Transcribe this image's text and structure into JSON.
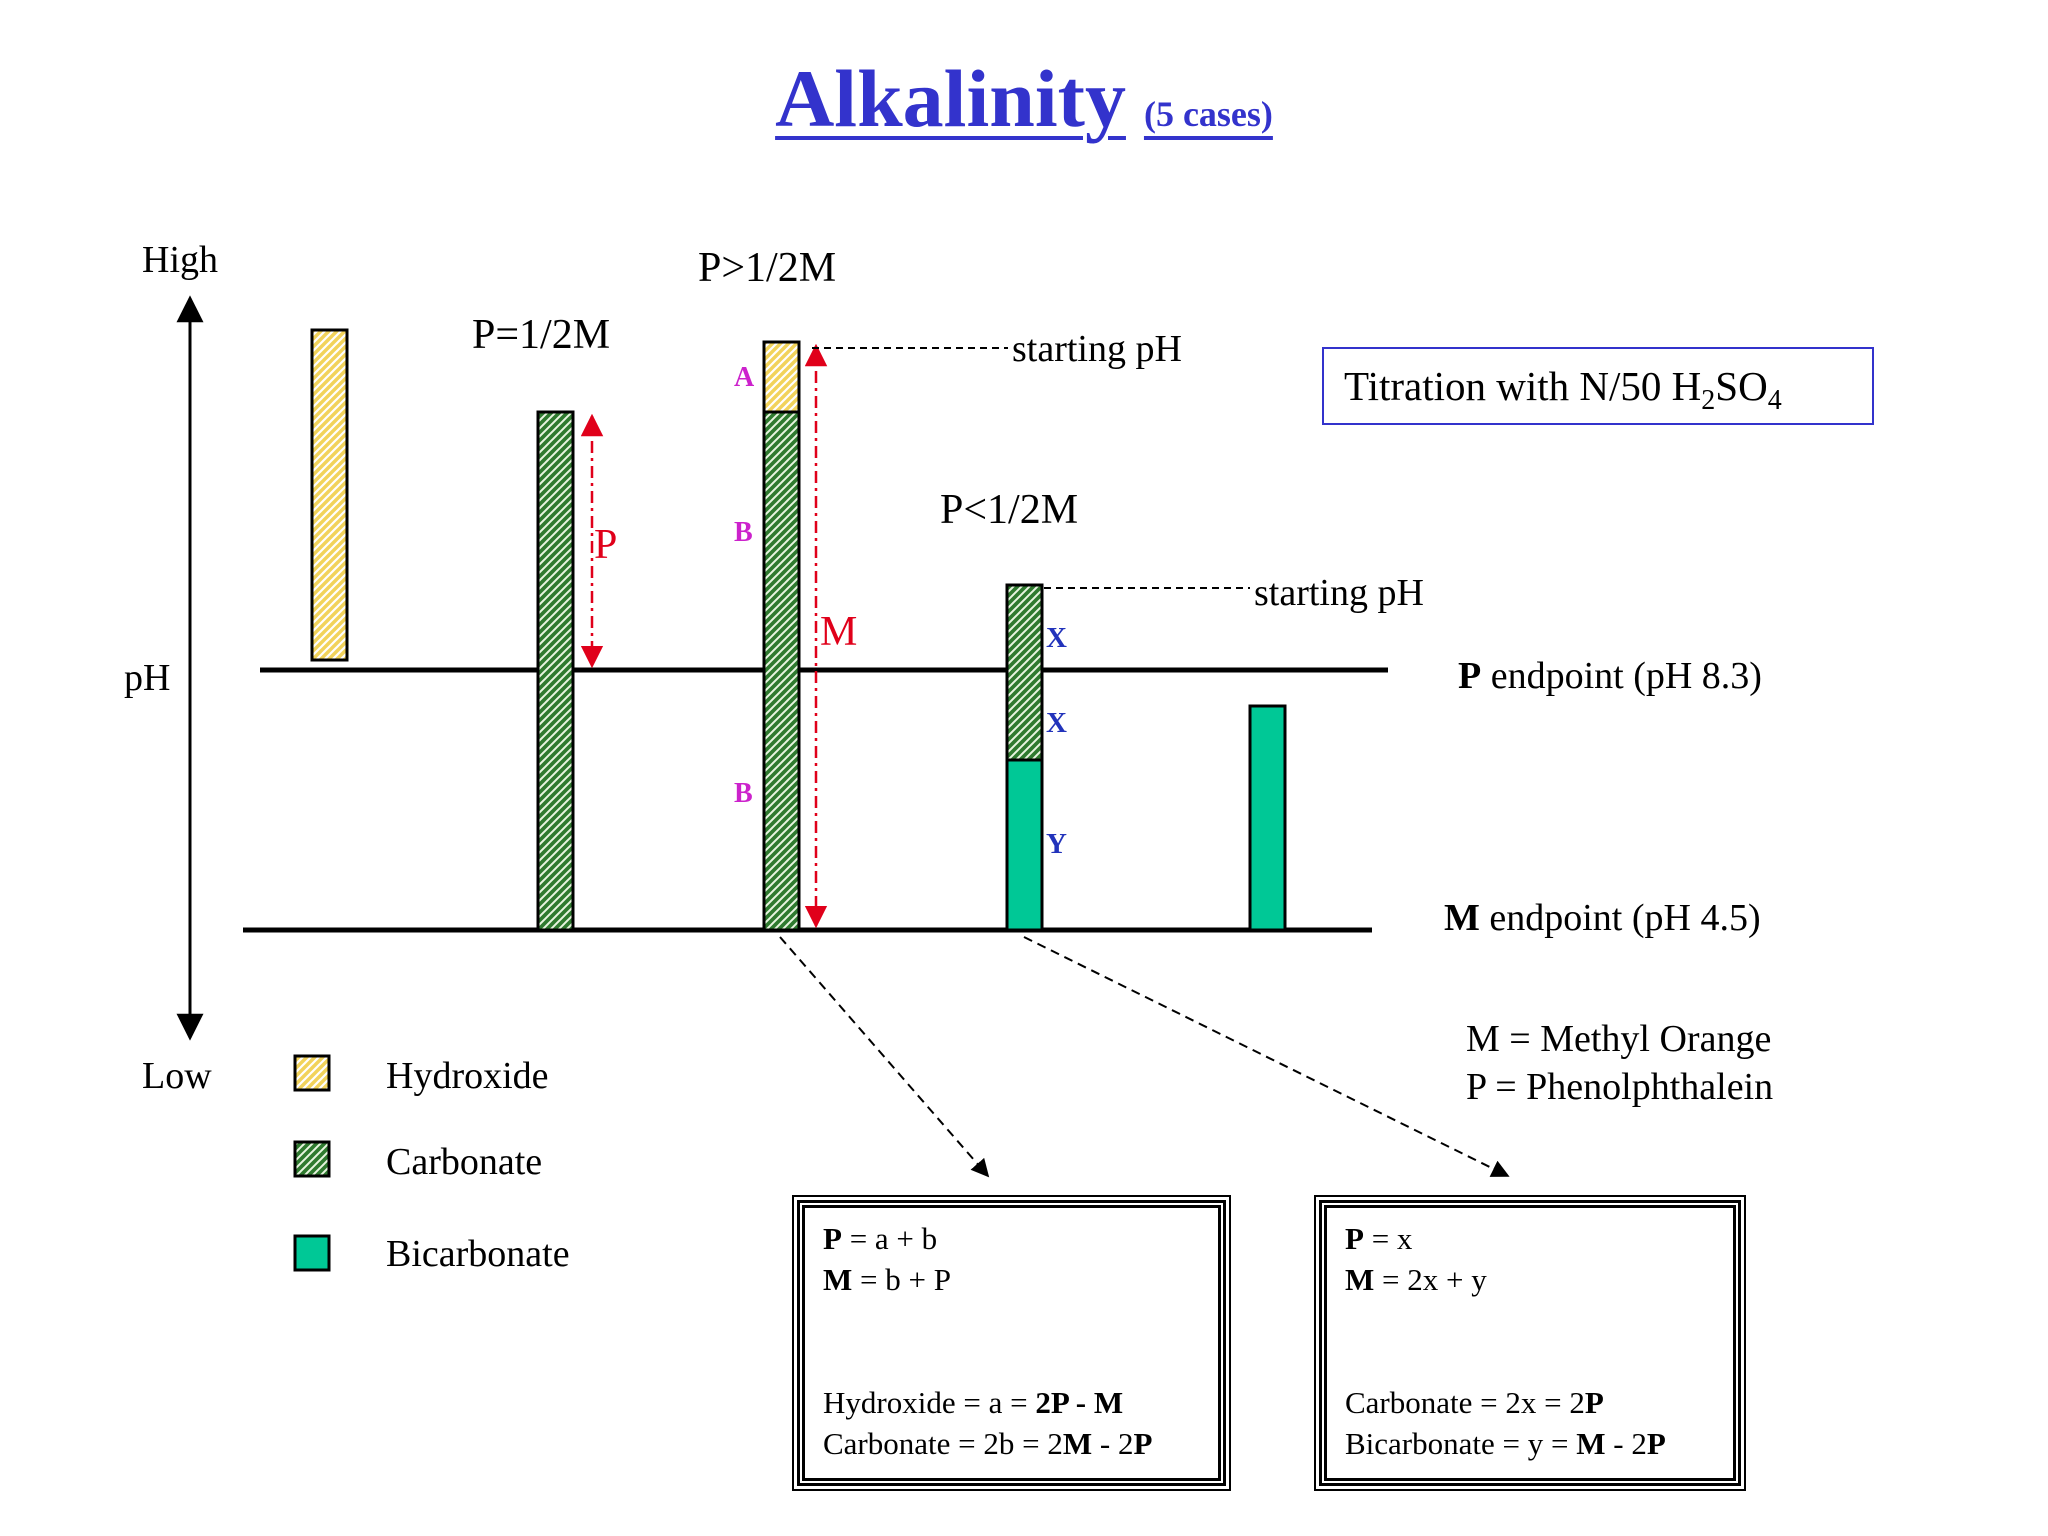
{
  "title": {
    "main": "Alkalinity",
    "sub": "(5 cases)"
  },
  "axis": {
    "high": "High",
    "mid": "pH",
    "low": "Low"
  },
  "case_labels": {
    "equal": "P=1/2M",
    "greater": "P>1/2M",
    "less": "P<1/2M"
  },
  "starting_ph": "starting pH",
  "endpoints": {
    "p_letter": "P",
    "p_rest": " endpoint (pH 8.3)",
    "m_letter": "M",
    "m_rest": " endpoint (pH 4.5)"
  },
  "titration": {
    "prefix": "Titration with N/50  H",
    "sub1": "2",
    "mid": "SO",
    "sub2": "4"
  },
  "segment_labels": {
    "a": "A",
    "b": "B",
    "x": "X",
    "y": "Y"
  },
  "arrow_labels": {
    "p": "P",
    "m": "M"
  },
  "legend": [
    {
      "name": "Hydroxide",
      "pattern": "hydroxide"
    },
    {
      "name": "Carbonate",
      "pattern": "carbonate"
    },
    {
      "name": "Bicarbonate",
      "pattern": "bicarbonate"
    }
  ],
  "definitions": [
    "M = Methyl Orange",
    "P = Phenolphthalein"
  ],
  "formula_box_1": {
    "l1_bold": "P",
    "l1_rest": " = a + b",
    "l2_bold": "M",
    "l2_rest": " = b + P",
    "l3_text": "Hydroxide = a = ",
    "l3_bold": "2P - M",
    "l4_text": "Carbonate = 2b = 2",
    "l4_b1": "M",
    "l4_mid": " - 2",
    "l4_b2": "P"
  },
  "formula_box_2": {
    "l1_bold": "P",
    "l1_rest": " = x",
    "l2_bold": "M",
    "l2_rest": " = 2x + y",
    "l3_text": "Carbonate = 2x = 2",
    "l3_bold": "P",
    "l4_text": "Bicarbonate = y = ",
    "l4_b1": "M",
    "l4_mid": " - 2",
    "l4_b2": "P"
  },
  "colors": {
    "title": "#3333cc",
    "hydroxide": "#f2d35b",
    "carbonate": "#2f7a2f",
    "bicarbonate": "#00c896",
    "arrow_red": "#e0001a",
    "label_magenta": "#cc22cc",
    "label_blue": "#2233bb",
    "box_border": "#3333cc"
  }
}
